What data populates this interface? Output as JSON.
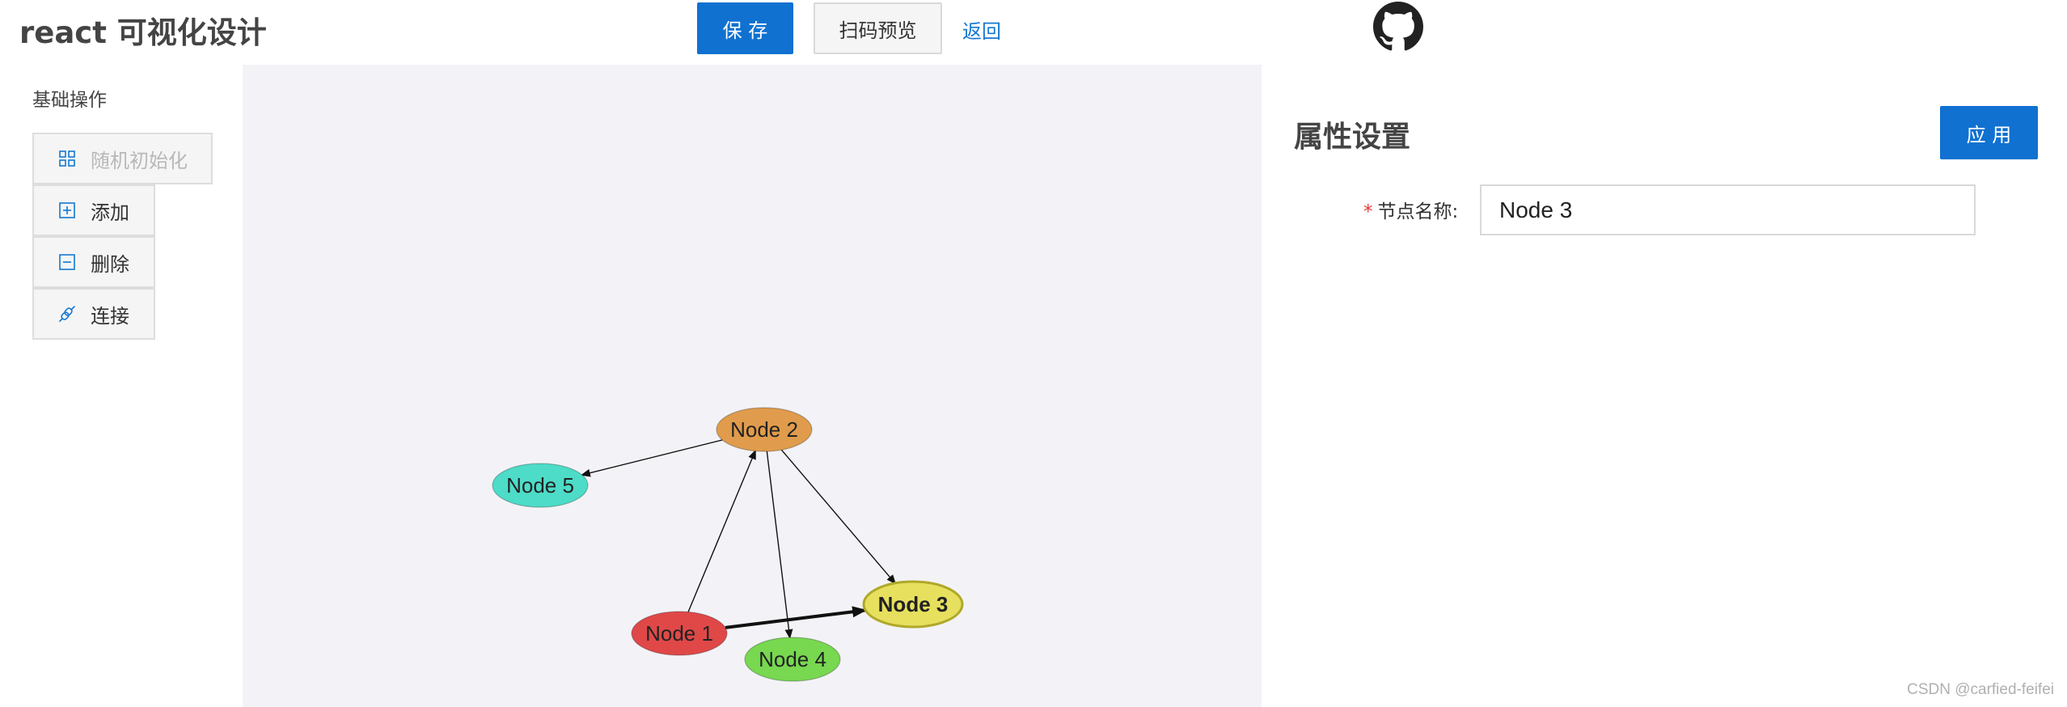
{
  "header": {
    "title": "react 可视化设计",
    "save_label": "保 存",
    "preview_label": "扫码预览",
    "back_label": "返回",
    "github_icon": "github-icon"
  },
  "sidebar": {
    "title": "基础操作",
    "items": [
      {
        "label": "随机初始化",
        "icon": "grid-icon",
        "disabled": true
      },
      {
        "label": "添加",
        "icon": "plus-square-icon",
        "disabled": false
      },
      {
        "label": "删除",
        "icon": "minus-square-icon",
        "disabled": false
      },
      {
        "label": "连接",
        "icon": "link-icon",
        "disabled": false
      }
    ]
  },
  "graph": {
    "nodes": [
      {
        "id": "n1",
        "label": "Node 1",
        "color": "#e04848",
        "selected": false
      },
      {
        "id": "n2",
        "label": "Node 2",
        "color": "#e09c4c",
        "selected": false
      },
      {
        "id": "n3",
        "label": "Node 3",
        "color": "#e6e05e",
        "selected": true
      },
      {
        "id": "n4",
        "label": "Node 4",
        "color": "#78d850",
        "selected": false
      },
      {
        "id": "n5",
        "label": "Node 5",
        "color": "#4ddcc8",
        "selected": false
      }
    ],
    "edges": [
      {
        "from": "n1",
        "to": "n2",
        "bold": false
      },
      {
        "from": "n1",
        "to": "n3",
        "bold": true
      },
      {
        "from": "n2",
        "to": "n3",
        "bold": false
      },
      {
        "from": "n2",
        "to": "n4",
        "bold": false
      },
      {
        "from": "n2",
        "to": "n5",
        "bold": false
      }
    ]
  },
  "properties": {
    "title": "属性设置",
    "apply_label": "应 用",
    "field_label": "节点名称:",
    "field_value": "Node 3"
  },
  "colors": {
    "primary": "#1071d1",
    "link": "#1677d2",
    "required": "#e33a3a",
    "canvas_bg": "#f3f3f7"
  },
  "watermark": "CSDN @carfied-feifei"
}
